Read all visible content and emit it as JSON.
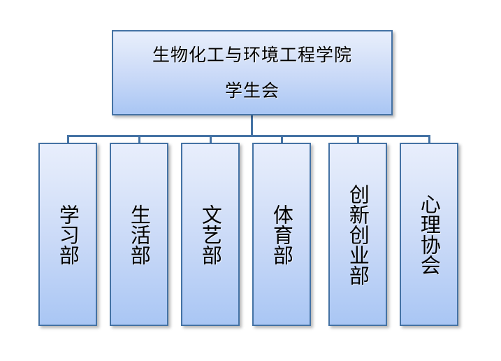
{
  "diagram": {
    "type": "organization-chart",
    "title_text": "生物化工与环境工程学院 学生会",
    "colors": {
      "border": "#4472a4",
      "fill_top": "#e8eefc",
      "fill_bottom": "#a9c6f4",
      "connector": "#4472a4",
      "text": "#000000",
      "background": "#ffffff"
    },
    "root": {
      "line_1": "生物化工与环境工程学院",
      "line_2": "学生会"
    },
    "children": [
      {
        "label": "学习部"
      },
      {
        "label": "生活部"
      },
      {
        "label": "文艺部"
      },
      {
        "label": "体育部"
      },
      {
        "label": "创新创业部"
      },
      {
        "label": "心理协会"
      }
    ]
  }
}
